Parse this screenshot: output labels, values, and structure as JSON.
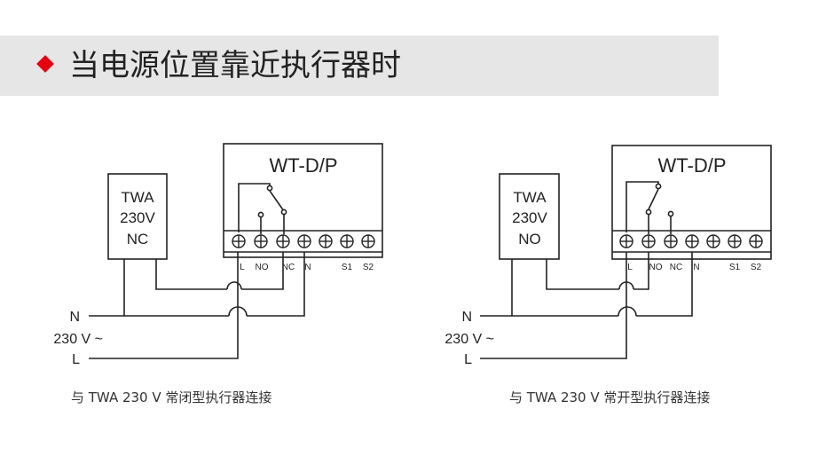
{
  "header": {
    "title": "当电源位置靠近执行器时",
    "marker_color": "#e60012",
    "band_color": "#e6e6e6"
  },
  "diagrams": [
    {
      "controller_title": "WT-D/P",
      "actuator_lines": [
        "TWA",
        "230V",
        "NC"
      ],
      "terminal_labels": [
        "L",
        "NO",
        "NC",
        "N",
        "S1",
        "S2"
      ],
      "supply_labels": {
        "n": "N",
        "voltage": "230 V ~",
        "l": "L"
      },
      "caption": "与 TWA 230 V 常闭型执行器连接"
    },
    {
      "controller_title": "WT-D/P",
      "actuator_lines": [
        "TWA",
        "230V",
        "NO"
      ],
      "terminal_labels": [
        "L",
        "NO",
        "NC",
        "N",
        "S1",
        "S2"
      ],
      "supply_labels": {
        "n": "N",
        "voltage": "230 V ~",
        "l": "L"
      },
      "caption": "与 TWA 230 V 常开型执行器连接"
    }
  ]
}
